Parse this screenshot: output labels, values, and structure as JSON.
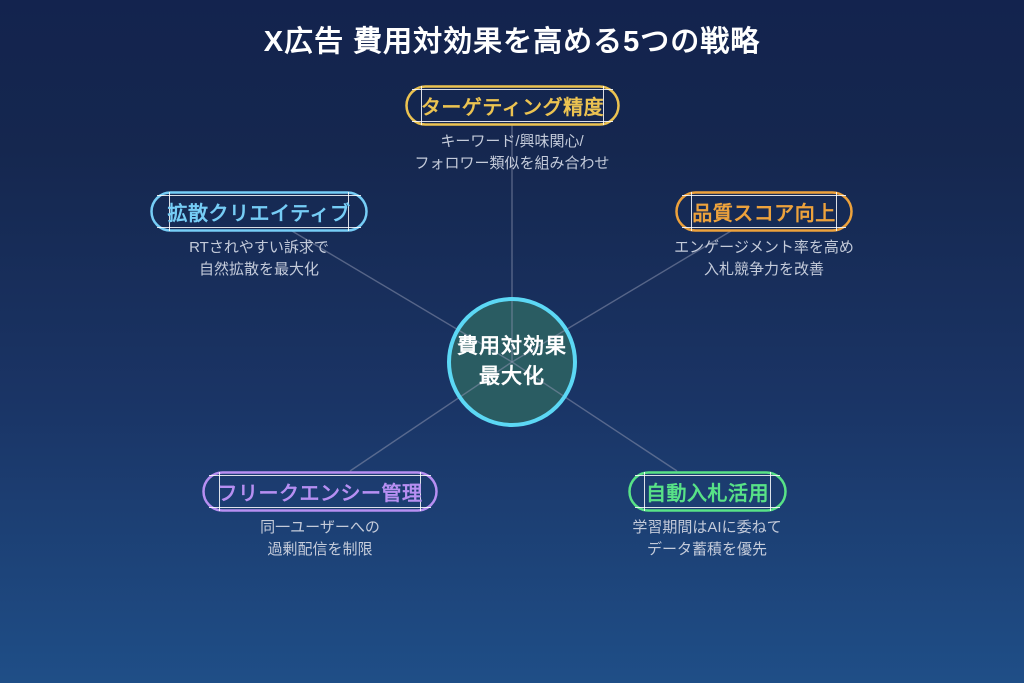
{
  "title": "X広告 費用対効果を高める5つの戦略",
  "center": {
    "label_line1": "費用対効果",
    "label_line2": "最大化",
    "fill_color": "#2a5c62",
    "border_color": "#5cd8f5",
    "text_color": "#ffffff"
  },
  "nodes": [
    {
      "id": "targeting",
      "label": "ターゲティング精度",
      "desc_line1": "キーワード/興味関心/",
      "desc_line2": "フォロワー類似を組み合わせ",
      "color": "#ecc351"
    },
    {
      "id": "viral-creative",
      "label": "拡散クリエイティブ",
      "desc_line1": "RTされやすい訴求で",
      "desc_line2": "自然拡散を最大化",
      "color": "#76cdf6"
    },
    {
      "id": "quality-score",
      "label": "品質スコア向上",
      "desc_line1": "エンゲージメント率を高め",
      "desc_line2": "入札競争力を改善",
      "color": "#eda23c"
    },
    {
      "id": "frequency",
      "label": "フリークエンシー管理",
      "desc_line1": "同一ユーザーへの",
      "desc_line2": "過剰配信を制限",
      "color": "#b78ff2"
    },
    {
      "id": "auto-bidding",
      "label": "自動入札活用",
      "desc_line1": "学習期間はAIに委ねて",
      "desc_line2": "データ蓄積を優先",
      "color": "#58e287"
    }
  ],
  "colors": {
    "background_top": "#13234e",
    "background_bottom": "#1f4e87",
    "connector_line": "#8a92ad",
    "description_text": "#c4cbda",
    "title_text": "#ffffff",
    "label_box_line": "#ffffff"
  }
}
